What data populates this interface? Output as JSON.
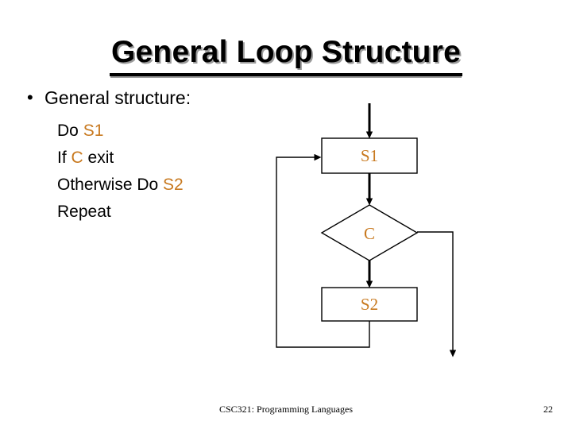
{
  "slide": {
    "title": "General Loop Structure",
    "bullet": {
      "marker": "•",
      "text": "General structure:"
    },
    "pseudocode": [
      {
        "prefix": "Do ",
        "highlight": "S1",
        "suffix": ""
      },
      {
        "prefix": "If ",
        "highlight": "C",
        "suffix": " exit"
      },
      {
        "prefix": "Otherwise Do ",
        "highlight": "S2",
        "suffix": ""
      },
      {
        "prefix": "Repeat",
        "highlight": "",
        "suffix": ""
      }
    ],
    "flowchart": {
      "nodes": [
        {
          "id": "s1",
          "label": "S1",
          "shape": "rectangle"
        },
        {
          "id": "c",
          "label": "C",
          "shape": "diamond"
        },
        {
          "id": "s2",
          "label": "S2",
          "shape": "rectangle"
        }
      ],
      "edges": [
        {
          "from": "entry",
          "to": "s1"
        },
        {
          "from": "s1",
          "to": "c"
        },
        {
          "from": "c",
          "to": "s2"
        },
        {
          "from": "c",
          "to": "exit"
        },
        {
          "from": "s2",
          "to": "s1"
        }
      ]
    },
    "footer": "CSC321: Programming Languages",
    "page_number": "22",
    "colors": {
      "highlight": "#c8791f",
      "text": "#000000",
      "title_shadow": "#9a9a9a",
      "background": "#ffffff"
    }
  }
}
